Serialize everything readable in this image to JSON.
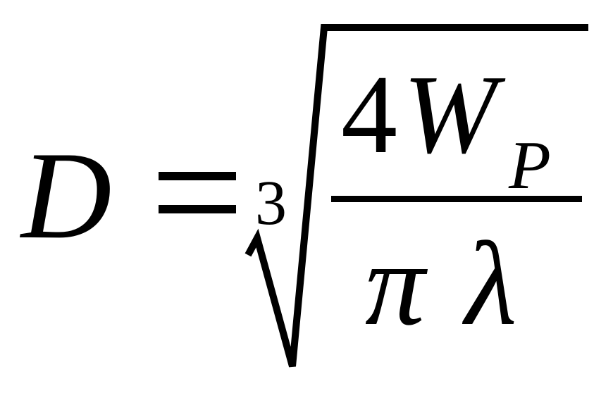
{
  "formula": {
    "lhs": "D",
    "relation": "=",
    "root_index": "3",
    "numerator": {
      "coefficient": "4",
      "variable": "W",
      "subscript": "P"
    },
    "denominator": {
      "symbol_1": "π",
      "symbol_2": "λ"
    }
  }
}
